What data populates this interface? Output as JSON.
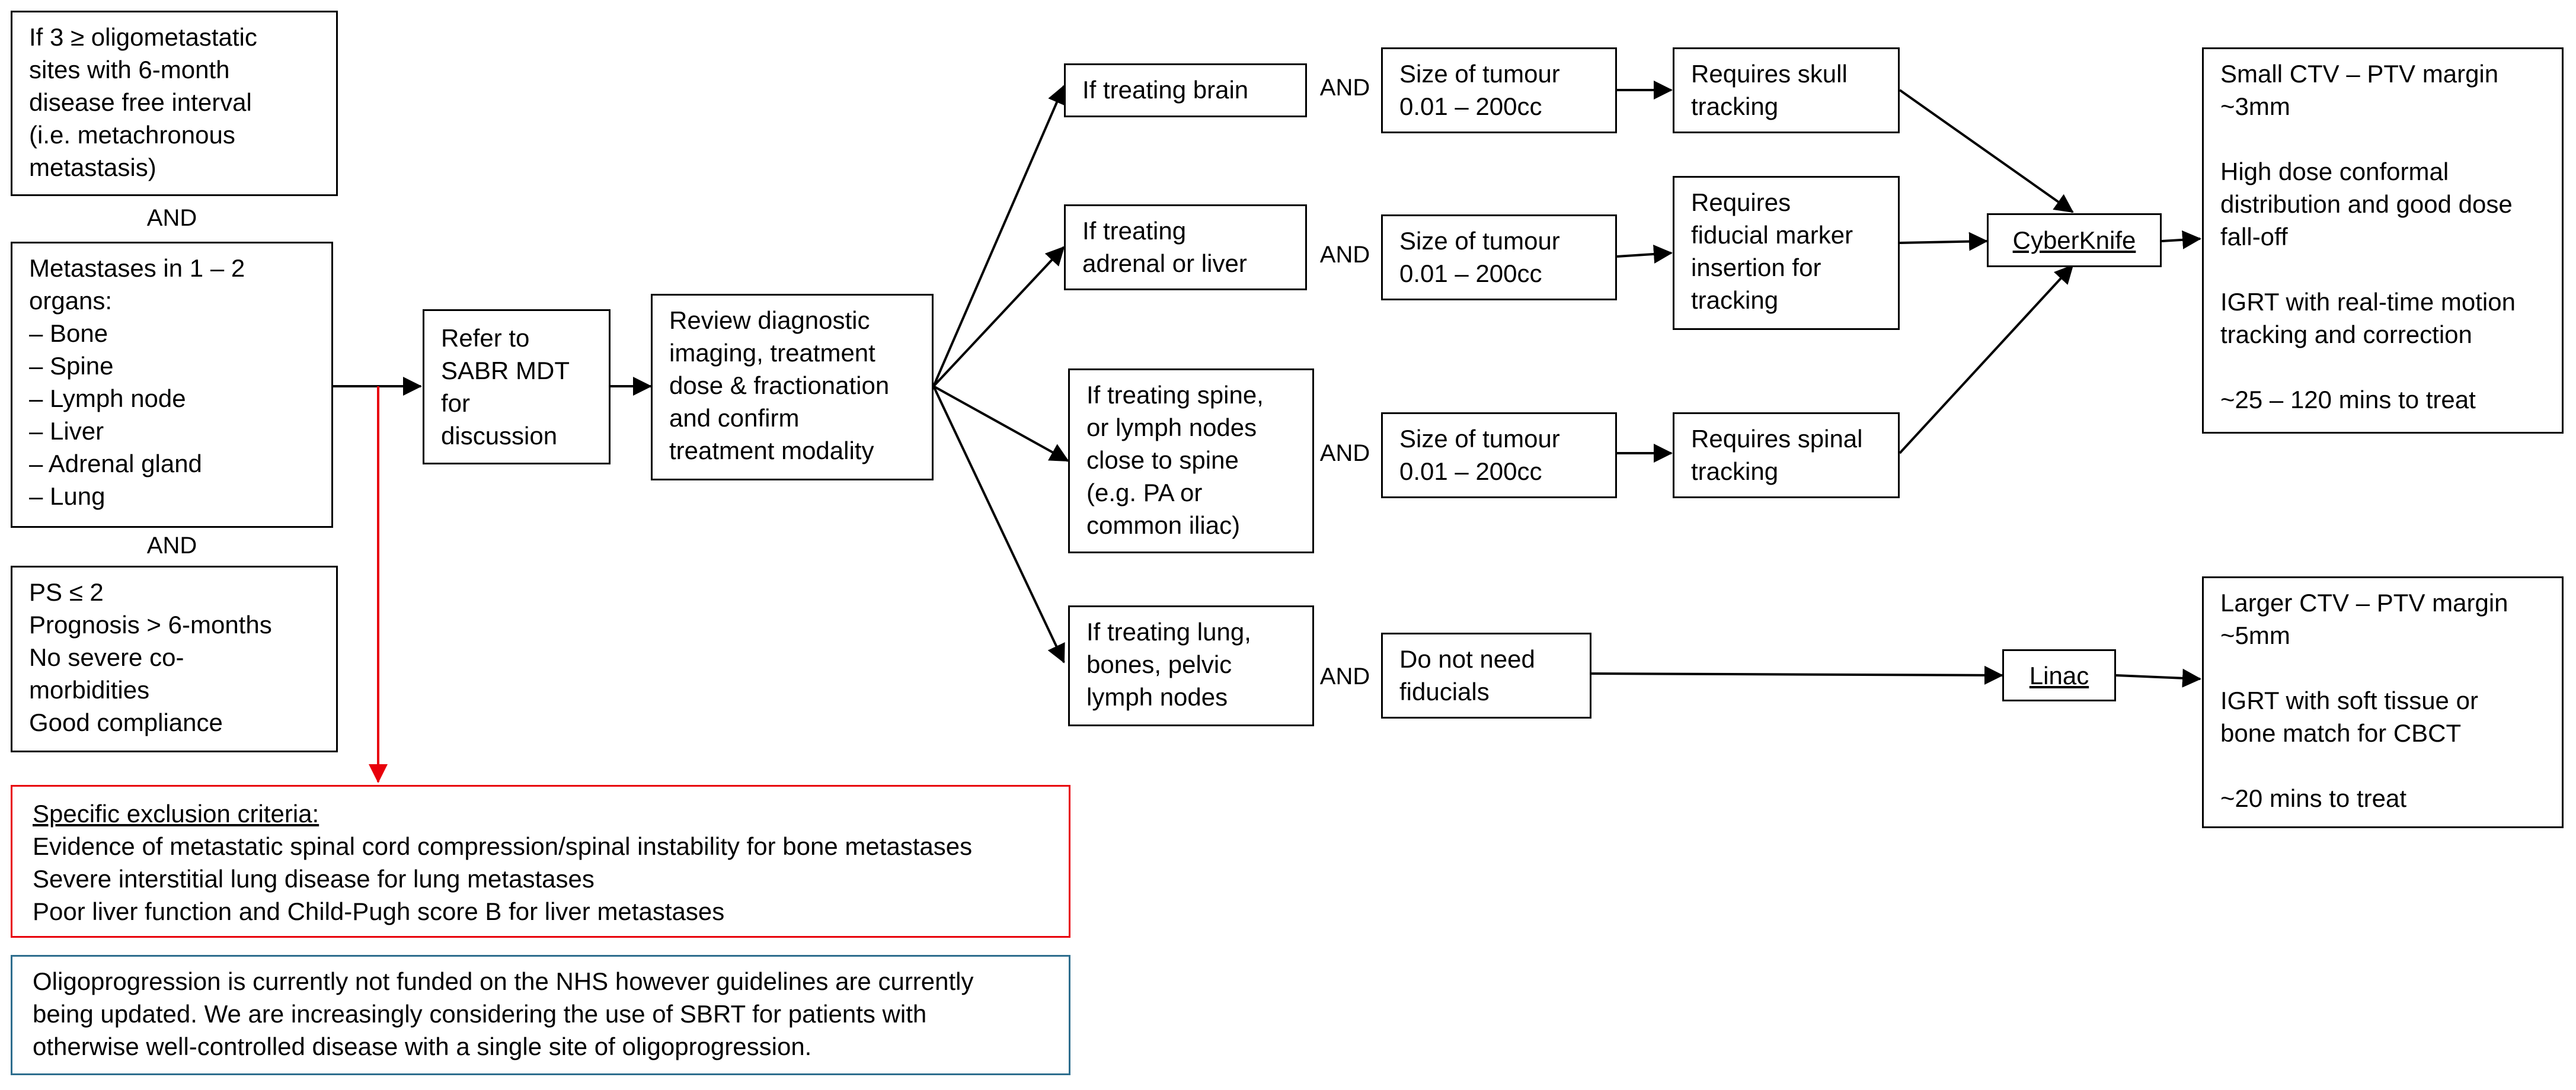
{
  "criteria": {
    "oligometastatic": [
      "If 3 ≥ oligometastatic",
      "sites with 6-month",
      "disease free interval",
      "(i.e. metachronous",
      "metastasis)"
    ],
    "and_1": "AND",
    "metastases": [
      "Metastases in 1 – 2",
      "organs:",
      "– Bone",
      "– Spine",
      "– Lymph node",
      "– Liver",
      "– Adrenal gland",
      "– Lung"
    ],
    "and_2": "AND",
    "performance": [
      "PS ≤ 2",
      "Prognosis > 6-months",
      "No severe co-",
      "morbidities",
      "Good compliance"
    ]
  },
  "refer": [
    "Refer to",
    "SABR MDT",
    "for",
    "discussion"
  ],
  "review": [
    "Review diagnostic",
    "imaging, treatment",
    "dose & fractionation",
    "and confirm",
    "treatment modality"
  ],
  "branches": {
    "brain": [
      "If treating brain"
    ],
    "adrenal_liver": [
      "If treating",
      "adrenal or liver"
    ],
    "spine": [
      "If treating spine,",
      "or lymph nodes",
      "close to spine",
      "(e.g. PA or",
      "common iliac)"
    ],
    "lung": [
      "If treating lung,",
      "bones, pelvic",
      "lymph nodes"
    ]
  },
  "and_labels": [
    "AND",
    "AND",
    "AND",
    "AND"
  ],
  "size_boxes": {
    "brain": [
      "Size of tumour",
      "0.01 – 200cc"
    ],
    "adrenal_liver": [
      "Size of tumour",
      "0.01 – 200cc"
    ],
    "spine": [
      "Size of tumour",
      "0.01 – 200cc"
    ],
    "lung": [
      "Do not need",
      "fiducials"
    ]
  },
  "tracking": {
    "skull": [
      "Requires skull",
      "tracking"
    ],
    "fiducial": [
      "Requires",
      "fiducial marker",
      "insertion for",
      "tracking"
    ],
    "spinal": [
      "Requires spinal",
      "tracking"
    ]
  },
  "modalities": {
    "cyberknife": "CyberKnife",
    "linac": "Linac"
  },
  "outcomes": {
    "cyberknife": [
      "Small CTV – PTV margin",
      "~3mm",
      "",
      "High dose conformal",
      "distribution and good dose",
      "fall-off",
      "",
      "IGRT with real-time motion",
      "tracking and correction",
      "",
      "~25 – 120 mins to treat"
    ],
    "linac": [
      "Larger CTV – PTV margin",
      "~5mm",
      "",
      "IGRT with soft tissue or",
      "bone match for CBCT",
      "",
      "~20 mins to treat"
    ]
  },
  "exclusion": {
    "title": "Specific exclusion criteria:",
    "lines": [
      "Evidence of metastatic spinal cord compression/spinal instability for bone metastases",
      "Severe interstitial lung disease for lung metastases",
      "Poor liver function and Child-Pugh score B for liver metastases"
    ]
  },
  "note": [
    "Oligoprogression is currently not funded on the NHS however guidelines are currently",
    "being updated. We are increasingly considering the use of SBRT for patients with",
    "otherwise well-controlled disease with a single site of oligoprogression."
  ],
  "colors": {
    "exclusion_border": "#e8000b",
    "exclusion_arrow": "#e8000b",
    "note_border": "#2e6e8e"
  }
}
